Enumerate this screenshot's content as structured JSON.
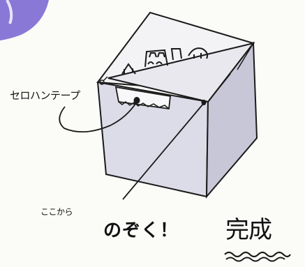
{
  "labels": {
    "tape": "セロハンテープ",
    "peek_from_here_prefix": "ここから",
    "peek_from_here": "のぞく！",
    "complete": "完成"
  },
  "colors": {
    "ink": "#1a1a1a",
    "corner_badge": "#8a78d6",
    "box_left_face": "#dddde9",
    "box_top_face": "#f1f1f4",
    "box_right_face": "#c7c6d6"
  },
  "icons": [
    "corner-badge-icon",
    "house-icon",
    "scissors-icon"
  ]
}
